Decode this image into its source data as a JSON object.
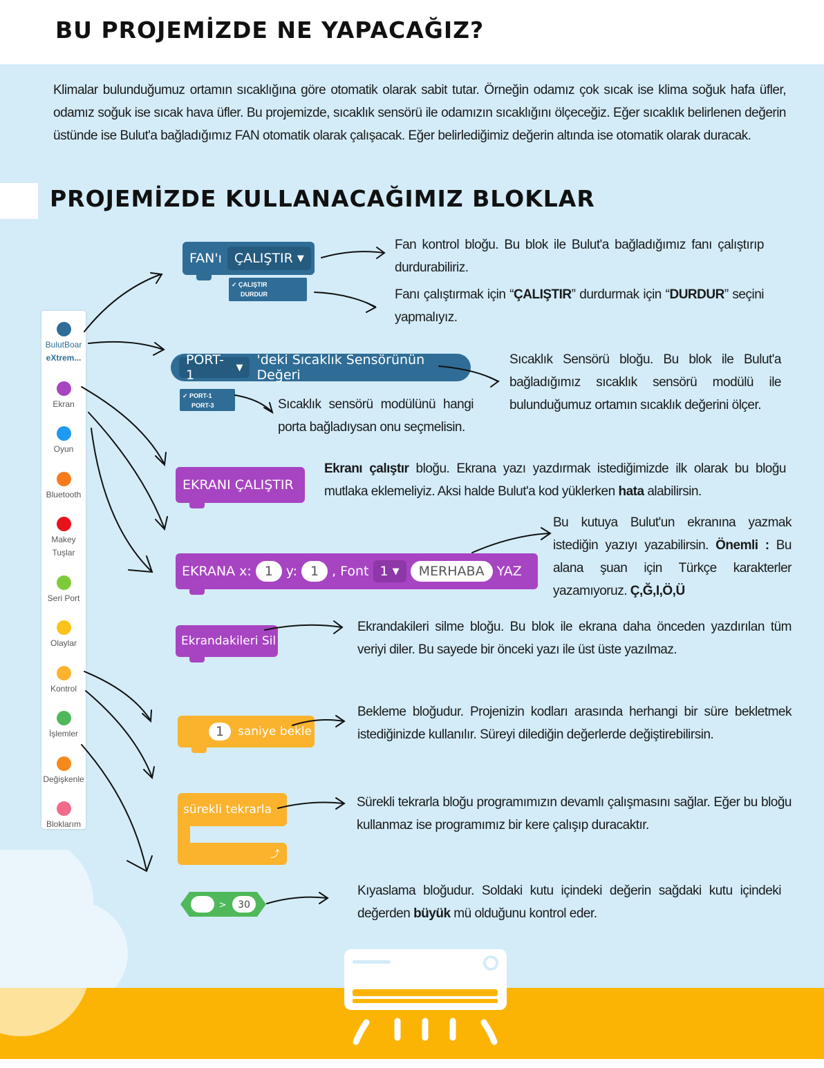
{
  "title1": "BU PROJEMİZDE NE YAPACAĞIZ?",
  "intro": "Klimalar bulunduğumuz ortamın sıcaklığına göre otomatik olarak sabit tutar. Örneğin odamız çok sıcak ise klima soğuk hafa üfler, odamız soğuk ise sıcak hava üfler. Bu projemizde, sıcaklık sensörü ile odamızın sıcaklığını ölçeceğiz. Eğer sıcaklık belirlenen değerin üstünde ise Bulut'a bağladığımız FAN otomatik olarak çalışacak. Eğer belirlediğimiz değerin altında ise otomatik olarak duracak.",
  "title2": "PROJEMİZDE KULLANACAĞIMIZ BLOKLAR",
  "palette": [
    {
      "label1": "BulutBoar",
      "label2": "eXtrem...",
      "color": "#2f6d96"
    },
    {
      "label1": "Ekran",
      "label2": "",
      "color": "#a744c2"
    },
    {
      "label1": "Oyun",
      "label2": "",
      "color": "#1e9bf0"
    },
    {
      "label1": "Bluetooth",
      "label2": "",
      "color": "#f77a1c"
    },
    {
      "label1": "Makey",
      "label2": "Tuşlar",
      "color": "#e8121c"
    },
    {
      "label1": "Seri Port",
      "label2": "",
      "color": "#7dcc37"
    },
    {
      "label1": "Olaylar",
      "label2": "",
      "color": "#fbc21c"
    },
    {
      "label1": "Kontrol",
      "label2": "",
      "color": "#fbb22c"
    },
    {
      "label1": "İşlemler",
      "label2": "",
      "color": "#4fb85a"
    },
    {
      "label1": "Değişkenle",
      "label2": "",
      "color": "#f7891c"
    },
    {
      "label1": "Bloklarım",
      "label2": "",
      "color": "#f06a8a"
    }
  ],
  "blocks": {
    "fan": {
      "prefix": "FAN'ı",
      "select": "ÇALIŞTIR",
      "opt1": "ÇALIŞTIR",
      "opt2": "DURDUR"
    },
    "port": {
      "select": "PORT-1",
      "text": "'deki Sıcaklık Sensörünün Değeri",
      "opt1": "PORT-1",
      "opt2": "PORT-3"
    },
    "ekran_calistir": "EKRANI ÇALIŞTIR",
    "ekrana": {
      "label": "EKRANA x:",
      "x": "1",
      "y_label": "y:",
      "y": "1",
      "font_label": ", Font",
      "font": "1",
      "text": "MERHABA",
      "suffix": "YAZ"
    },
    "sil": "Ekrandakileri Sil",
    "bekle": {
      "value": "1",
      "label": "saniye bekle"
    },
    "tekrar": "sürekli tekrarla",
    "compare": {
      "op": ">",
      "value": "30"
    }
  },
  "desc": {
    "fan1": "Fan kontrol bloğu. Bu blok ile Bulut'a bağladığımız fanı çalıştırıp durdurabiliriz.",
    "fan2_a": "Fanı çalıştırmak için “",
    "fan2_b": "ÇALIŞTIR",
    "fan2_c": "” durdurmak için “",
    "fan2_d": "DURDUR",
    "fan2_e": "” seçini yapmalıyız.",
    "sensor": "Sıcaklık Sensörü bloğu. Bu blok ile Bulut'a bağladığımız sıcaklık sensörü modülü ile bulunduğumuz ortamın sıcaklık değerini ölçer.",
    "port": "Sıcaklık sensörü modülünü hangi porta bağladıysan onu seçmelisin.",
    "ekran_a": "Ekranı çalıştır",
    "ekran_b": " bloğu. Ekrana yazı yazdırmak istediğimizde ilk olarak bu bloğu mutlaka eklemeliyiz. Aksi halde Bulut'a kod yüklerken ",
    "ekran_c": "hata",
    "ekran_d": " alabilirsin.",
    "kutu_a": "Bu kutuya Bulut'un ekranına yazmak istediğin yazıyı yazabilirsin. ",
    "kutu_b": "Önemli :",
    "kutu_c": " Bu alana şuan için Türkçe karakterler yazamıyoruz. ",
    "kutu_d": "Ç,Ğ,I,Ö,Ü",
    "sil": "Ekrandakileri silme bloğu. Bu blok ile ekrana daha önceden yazdırılan tüm veriyi diler. Bu sayede bir önceki yazı ile üst üste yazılmaz.",
    "bekle": "Bekleme bloğudur. Projenizin kodları arasında herhangi bir süre bekletmek istediğinizde kullanılır. Süreyi dilediğin değerlerde değiştirebilirsin.",
    "tekrar": "Sürekli tekrarla bloğu programımızın devamlı çalışmasını sağlar. Eğer bu bloğu kullanmaz ise programımız bir kere çalışıp duracaktır.",
    "kiyas_a": "Kıyaslama bloğudur. Soldaki kutu içindeki değerin sağdaki kutu içindeki değerden ",
    "kiyas_b": "büyük",
    "kiyas_c": " mü olduğunu kontrol eder."
  }
}
